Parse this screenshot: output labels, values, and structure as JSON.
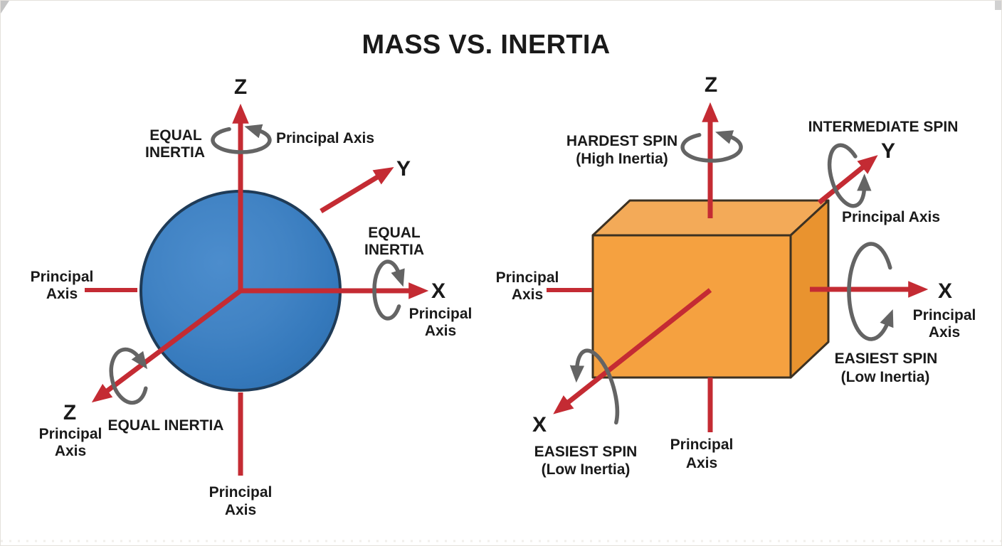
{
  "title": "MASS VS. INERTIA",
  "colors": {
    "axis_red": "#C42B33",
    "rotation_gray": "#646464",
    "sphere_fill": "#3A7CBE",
    "sphere_highlight": "#4C8DCD",
    "sphere_rim": "#2E6FAE",
    "sphere_outline": "#1F3B57",
    "box_front": "#F5A140",
    "box_top": "#F3AA58",
    "box_side": "#E9932F",
    "box_outline": "#3C3122",
    "text_color": "#1A1A1A",
    "background": "#FFFFFF"
  },
  "left_diagram": {
    "object": "sphere",
    "axes": {
      "z": "Z",
      "y": "Y",
      "x": "X",
      "z_diagonal": "Z"
    },
    "labels": {
      "equal_inertia_top": {
        "line1": "EQUAL",
        "line2": "INERTIA"
      },
      "principal_axis_top": "Principal Axis",
      "equal_inertia_x": {
        "line1": "EQUAL",
        "line2": "INERTIA"
      },
      "principal_axis_x": {
        "line1": "Principal",
        "line2": "Axis"
      },
      "principal_axis_left": {
        "line1": "Principal",
        "line2": "Axis"
      },
      "principal_axis_z_diag": {
        "line1": "Principal",
        "line2": "Axis"
      },
      "equal_inertia_diag": "EQUAL INERTIA",
      "principal_axis_bottom": {
        "line1": "Principal",
        "line2": "Axis"
      }
    }
  },
  "right_diagram": {
    "object": "box",
    "axes": {
      "z": "Z",
      "y": "Y",
      "x": "X",
      "x_diagonal": "X"
    },
    "labels": {
      "hardest_spin": {
        "line1": "HARDEST SPIN",
        "line2": "(High Inertia)"
      },
      "intermediate_spin": "INTERMEDIATE SPIN",
      "principal_axis_y": "Principal Axis",
      "principal_axis_x": {
        "line1": "Principal",
        "line2": "Axis"
      },
      "easiest_spin_x": {
        "line1": "EASIEST SPIN",
        "line2": "(Low Inertia)"
      },
      "easiest_spin_diag": {
        "line1": "EASIEST SPIN",
        "line2": "(Low Inertia)"
      },
      "principal_axis_bottom": {
        "line1": "Principal",
        "line2": "Axis"
      },
      "principal_axis_left": {
        "line1": "Principal",
        "line2": "Axis"
      }
    }
  }
}
